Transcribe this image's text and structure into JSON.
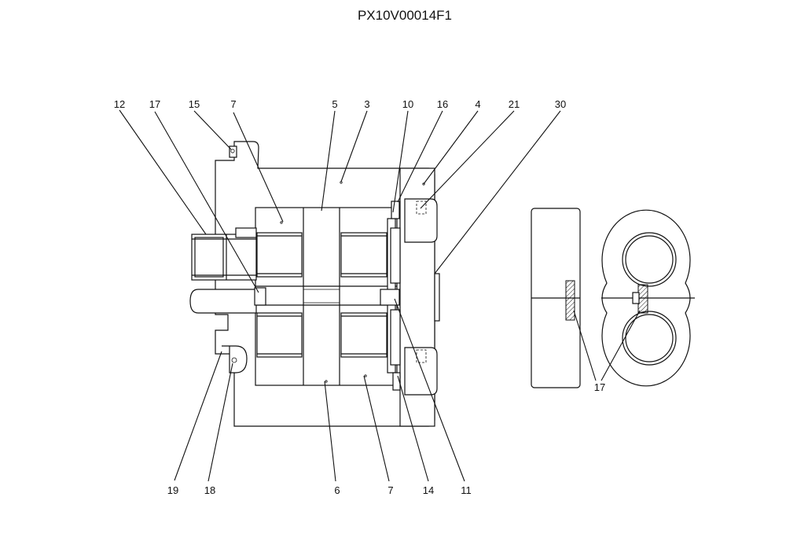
{
  "drawing_id": "PX10V00014F1",
  "callouts": {
    "c12": "12",
    "c17a": "17",
    "c15": "15",
    "c7a": "7",
    "c5": "5",
    "c3": "3",
    "c10": "10",
    "c16": "16",
    "c4": "4",
    "c21": "21",
    "c30": "30",
    "c19": "19",
    "c18": "18",
    "c6": "6",
    "c7b": "7",
    "c14": "14",
    "c11": "11",
    "c17b": "17"
  }
}
